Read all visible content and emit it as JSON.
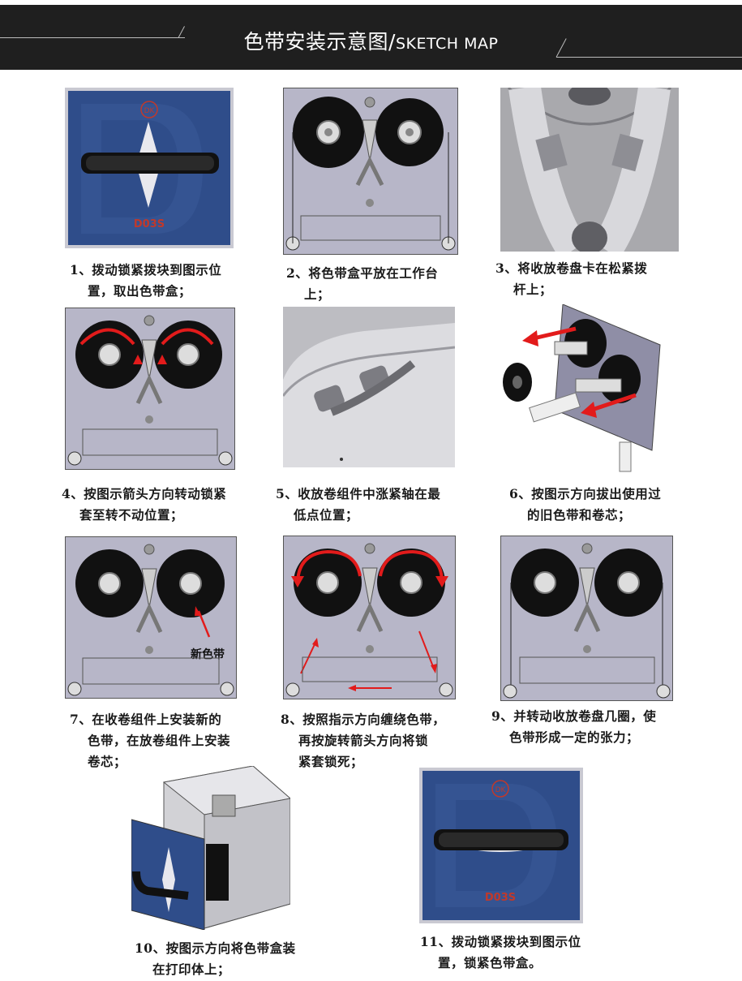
{
  "header": {
    "title_cn": "色带安装示意图/",
    "title_en": "SKETCH MAP"
  },
  "colors": {
    "header_bg": "#1f1f1f",
    "panel_blue": "#2f4d8a",
    "panel_gray": "#b3b3c4",
    "arrow_red": "#e21b1b"
  },
  "panels": {
    "p1": {
      "model_label": "D03S",
      "logo_text": "DK"
    },
    "p7": {
      "annotation": "新色带"
    },
    "p11": {
      "model_label": "D03S",
      "logo_text": "DK"
    }
  },
  "steps": [
    {
      "line1": "1、拨动锁紧拨块到图示位",
      "line2": "置，取出色带盒；"
    },
    {
      "line1": "2、将色带盒平放在工作台",
      "line2": "上；"
    },
    {
      "line1": "3、将收放卷盘卡在松紧拨",
      "line2": "杆上；"
    },
    {
      "line1": "4、按图示箭头方向转动锁紧",
      "line2": "套至转不动位置；"
    },
    {
      "line1": "5、收放卷组件中涨紧轴在最",
      "line2": "低点位置；"
    },
    {
      "line1": "6、按图示方向拔出使用过",
      "line2": "的旧色带和卷芯；"
    },
    {
      "line1": "7、在收卷组件上安装新的",
      "line2": "色带，在放卷组件上安装",
      "line3": "卷芯；"
    },
    {
      "line1": "8、按照指示方向缠绕色带，",
      "line2": "再按旋转箭头方向将锁",
      "line3": "紧套锁死；"
    },
    {
      "line1": "9、并转动收放卷盘几圈，使",
      "line2": "色带形成一定的张力；"
    },
    {
      "line1": "10、按图示方向将色带盒装",
      "line2": "在打印体上；"
    },
    {
      "line1": "11、拨动锁紧拨块到图示位",
      "line2": "置，锁紧色带盒。"
    }
  ]
}
